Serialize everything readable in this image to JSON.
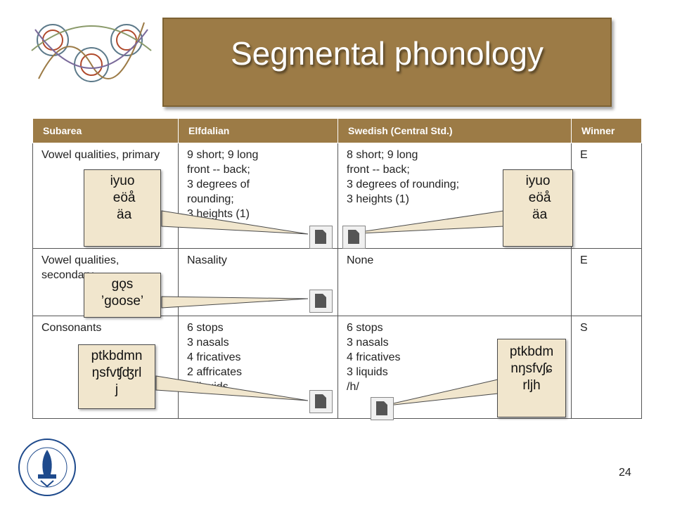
{
  "slide": {
    "title": "Segmental phonology",
    "page_number": "24"
  },
  "table": {
    "headers": [
      "Subarea",
      "Elfdalian",
      "Swedish (Central Std.)",
      "Winner"
    ],
    "rows": [
      {
        "subarea": "Vowel qualities, primary",
        "elfdalian": "9 short; 9 long\nfront -- back;\n3 degrees of\nrounding;\n3 heights (1)",
        "swedish": "8 short; 9 long\nfront -- back;\n3 degrees of rounding;\n3 heights (1)",
        "winner": "E"
      },
      {
        "subarea": "Vowel qualities, secondary",
        "elfdalian": "Nasality",
        "swedish": "None",
        "winner": "E"
      },
      {
        "subarea": "Consonants",
        "elfdalian": "6 stops\n3 nasals\n4 fricatives\n2 affricates\n3 liquids",
        "swedish": "6 stops\n3 nasals\n4 fricatives\n3 liquids\n/h/",
        "winner": "S"
      }
    ]
  },
  "callouts": {
    "elf_vowels": "iyuo\n eöå\n äa",
    "swe_vowels": "iyuo\n eöå\n äa",
    "nasal": "gǫs\n’goose’",
    "elf_cons": "ptkbdmn\nŋsfvʧʤrl\nj",
    "swe_cons": "ptkbdm\nnŋsfvʃɕ\nrljh"
  },
  "icons": {
    "file": "document-icon",
    "logo": "knot-ornament-logo",
    "seal": "stockholm-university-seal"
  },
  "colors": {
    "accent": "#9c7b46",
    "callout_bg": "#f1e6cd"
  }
}
